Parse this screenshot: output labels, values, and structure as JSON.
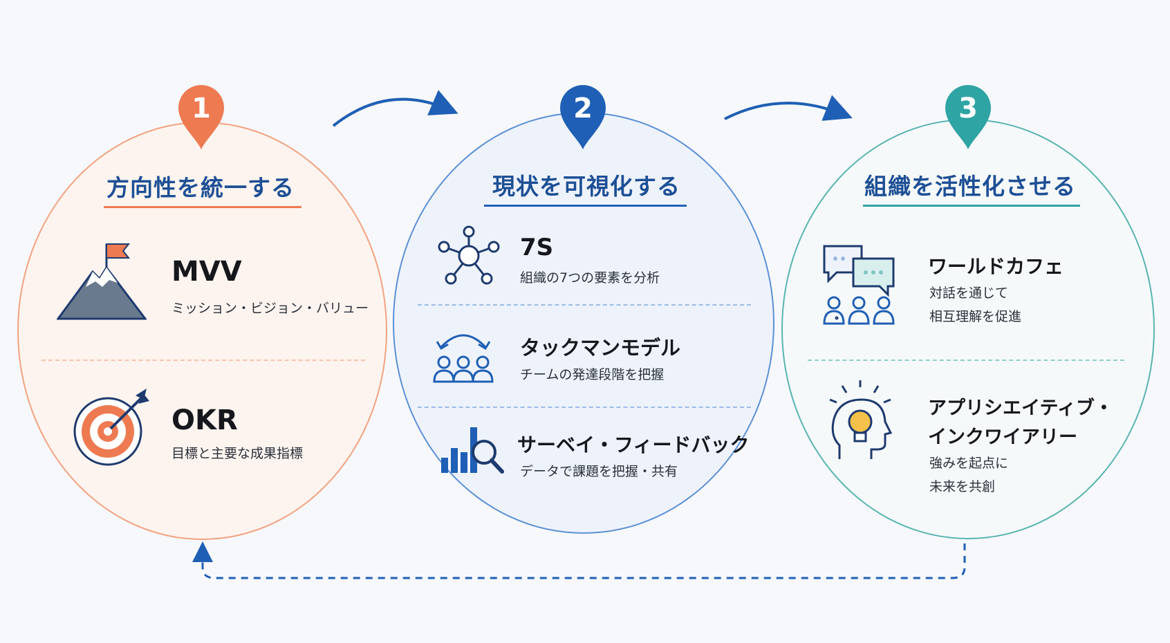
{
  "stages": [
    {
      "number": "1",
      "title": "方向性を統一する",
      "color": "#ee7a52",
      "items": [
        {
          "icon": "mountain-flag-icon",
          "title": "MVV",
          "desc": "ミッション・ビジョン・バリュー"
        },
        {
          "icon": "target-arrow-icon",
          "title": "OKR",
          "desc": "目標と主要な成果指標"
        }
      ]
    },
    {
      "number": "2",
      "title": "現状を可視化する",
      "color": "#1f5fb5",
      "items": [
        {
          "icon": "network-nodes-icon",
          "title": "7S",
          "desc": "組織の7つの要素を分析"
        },
        {
          "icon": "team-cycle-icon",
          "title": "タックマンモデル",
          "desc": "チームの発達段階を把握"
        },
        {
          "icon": "chart-magnifier-icon",
          "title": "サーベイ・フィードバック",
          "desc": "データで課題を把握・共有"
        }
      ]
    },
    {
      "number": "3",
      "title": "組織を活性化させる",
      "color": "#2fa4a4",
      "items": [
        {
          "icon": "chat-people-icon",
          "title": "ワールドカフェ",
          "desc_lines": [
            "対話を通じて",
            "相互理解を促進"
          ]
        },
        {
          "icon": "lightbulb-head-icon",
          "title_lines": [
            "アプリシエイティブ・",
            "インクワイアリー"
          ],
          "desc_lines": [
            "強みを起点に",
            "未来を共創"
          ]
        }
      ]
    }
  ]
}
